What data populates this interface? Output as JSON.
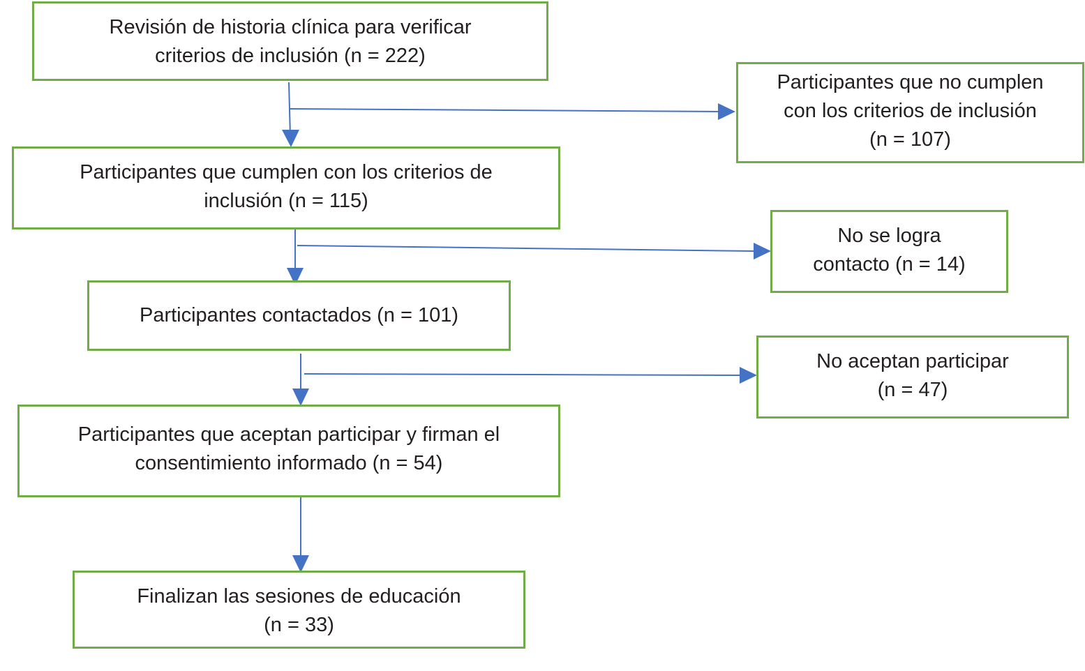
{
  "flowchart": {
    "boxes": {
      "review": {
        "lines": [
          "Revisión de historia clínica para verificar",
          "criterios de inclusión (n = 222)"
        ]
      },
      "excluded": {
        "lines": [
          "Participantes que no cumplen",
          "con los criterios de inclusión",
          "(n = 107)"
        ]
      },
      "eligible": {
        "lines": [
          "Participantes que cumplen con los criterios de",
          "inclusión (n = 115)"
        ]
      },
      "no_contact": {
        "lines": [
          "No se logra",
          "contacto (n = 14)"
        ]
      },
      "contacted": {
        "lines": [
          "Participantes contactados (n = 101)"
        ]
      },
      "declined": {
        "lines": [
          "No aceptan participar",
          "(n = 47)"
        ]
      },
      "consented": {
        "lines": [
          "Participantes que aceptan participar y firman  el",
          "consentimiento informado (n = 54)"
        ]
      },
      "completed": {
        "lines": [
          "Finalizan las sesiones de educación",
          "(n = 33)"
        ]
      }
    },
    "colors": {
      "box_border": "#70ad47",
      "arrow": "#4472c4",
      "text": "#231f20"
    }
  }
}
